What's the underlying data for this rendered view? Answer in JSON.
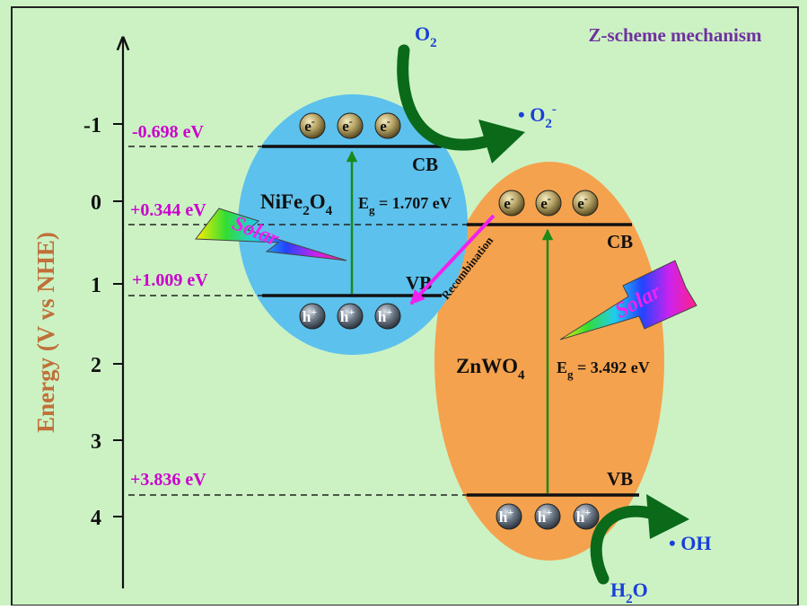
{
  "title": "Z-scheme mechanism",
  "axis": {
    "label": "Energy (V vs NHE)",
    "ticks": [
      "-1",
      "0",
      "1",
      "2",
      "3",
      "4"
    ]
  },
  "potentials": {
    "cb_nife2o4": "-0.698 eV",
    "cb_znwo4": "+0.344 eV",
    "vb_nife2o4": "+1.009 eV",
    "vb_znwo4": "+3.836 eV"
  },
  "nife2o4": {
    "name_main": "NiFe",
    "name_sub1": "2",
    "name_mid": "O",
    "name_sub2": "4",
    "eg_prefix": "E",
    "eg_sub": "g",
    "eg_value": " = 1.707 eV",
    "cb_label": "CB",
    "vb_label": "VB"
  },
  "znwo4": {
    "name_main": "ZnWO",
    "name_sub": "4",
    "eg_prefix": "E",
    "eg_sub": "g",
    "eg_value": " = 3.492 eV",
    "cb_label": "CB",
    "vb_label": "VB"
  },
  "carriers": {
    "electron": "e",
    "electron_sup": "-",
    "hole": "h",
    "hole_sup": "+"
  },
  "species": {
    "o2_main": "O",
    "o2_sub": "2",
    "superoxide_dot": "•",
    "superoxide_main": " O",
    "superoxide_sub": "2",
    "superoxide_sup": "-",
    "h2o_main1": "H",
    "h2o_sub": "2",
    "h2o_main2": "O",
    "oh": "• OH"
  },
  "solar_label": "Solar",
  "recombination_label": "Recombination",
  "colors": {
    "background": "#ccf2c4",
    "nife2o4_fill": "#5cc1ec",
    "znwo4_fill": "#f5a24e",
    "axis_label": "#c0703a",
    "potential_text": "#cc00cc",
    "title_text": "#7030a0",
    "species_text": "#1a3fd9",
    "excitation_arrow": "#1a8a1a",
    "curved_arrow": "#0a6a1a",
    "recombination_arrow": "#ee22ee"
  }
}
